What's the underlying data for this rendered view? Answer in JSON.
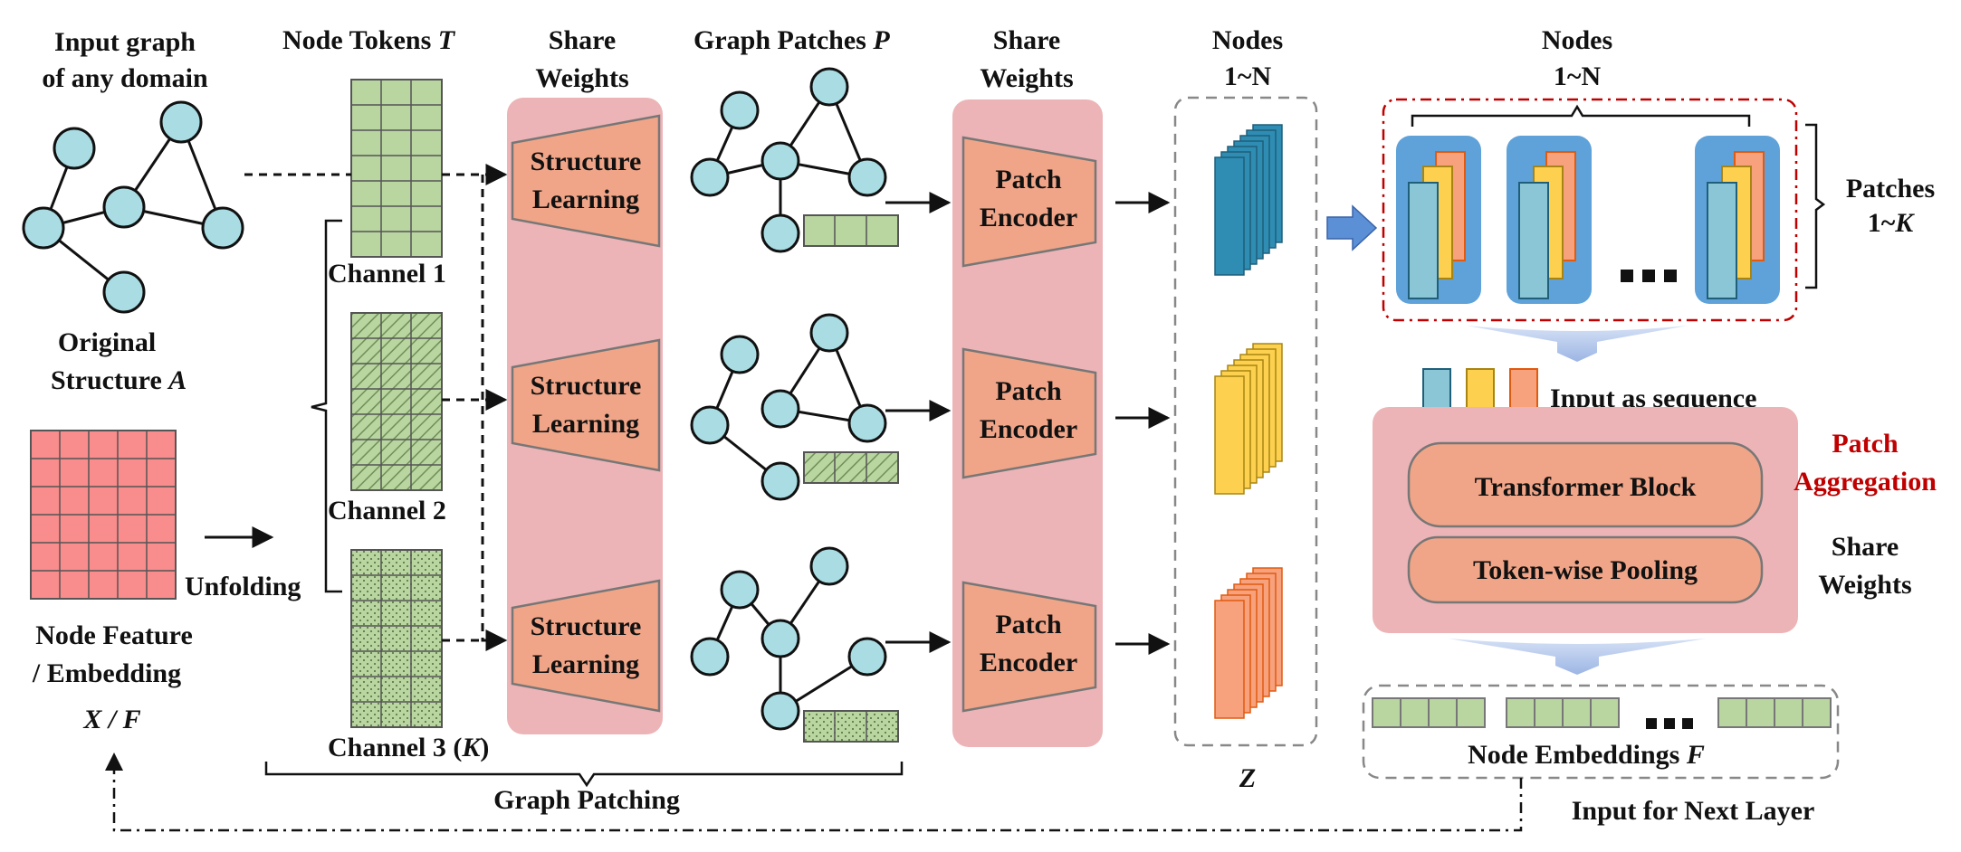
{
  "labels": {
    "input_graph_line1": "Input graph",
    "input_graph_line2": "of any domain",
    "original_structure_line1": "Original",
    "original_structure_line2": "Structure",
    "original_structure_var": "A",
    "node_feature_line1": "Node Feature",
    "node_feature_line2": "/ Embedding",
    "node_feature_var": "X / F",
    "unfolding": "Unfolding",
    "node_tokens": "Node Tokens",
    "node_tokens_var": "T",
    "channel_1": "Channel 1",
    "channel_2": "Channel 2",
    "channel_3": "Channel 3 (",
    "channel_3_var": "K",
    "channel_3_close": ")",
    "share_weights_1a": "Share",
    "share_weights_1b": "Weights",
    "structure_learning_1": "Structure",
    "structure_learning_2": "Learning",
    "graph_patches": "Graph Patches",
    "graph_patches_var": "P",
    "share_weights_2a": "Share",
    "share_weights_2b": "Weights",
    "patch_encoder_1": "Patch",
    "patch_encoder_2": "Encoder",
    "nodes_a": "Nodes",
    "nodes_b": "1~N",
    "z_var": "Z",
    "nodes2_a": "Nodes",
    "nodes2_b": "1~N",
    "patches_a": "Patches",
    "patches_b": "1~",
    "patches_var": "K",
    "input_as_sequence": "Input as sequence",
    "patch_aggregation_1": "Patch",
    "patch_aggregation_2": "Aggregation",
    "transformer_block": "Transformer Block",
    "token_pooling": "Token-wise Pooling",
    "share_weights_3a": "Share",
    "share_weights_3b": "Weights",
    "node_embeddings": "Node Embeddings",
    "node_embeddings_var": "F",
    "input_next_layer": "Input for Next Layer",
    "graph_patching": "Graph Patching"
  },
  "colors": {
    "node_fill": "#a9dde3",
    "feature_fill": "#f98c8c",
    "token_fill": "#b9d5a0",
    "pink_panel": "#ecb4b6",
    "module_fill": "#f0a588",
    "blue_stack": "#2f8db4",
    "yellow_stack": "#fdd14f",
    "orange_stack": "#f7a27d",
    "patch_box_bg": "#5ea2d9",
    "red_text": "#c00000"
  }
}
